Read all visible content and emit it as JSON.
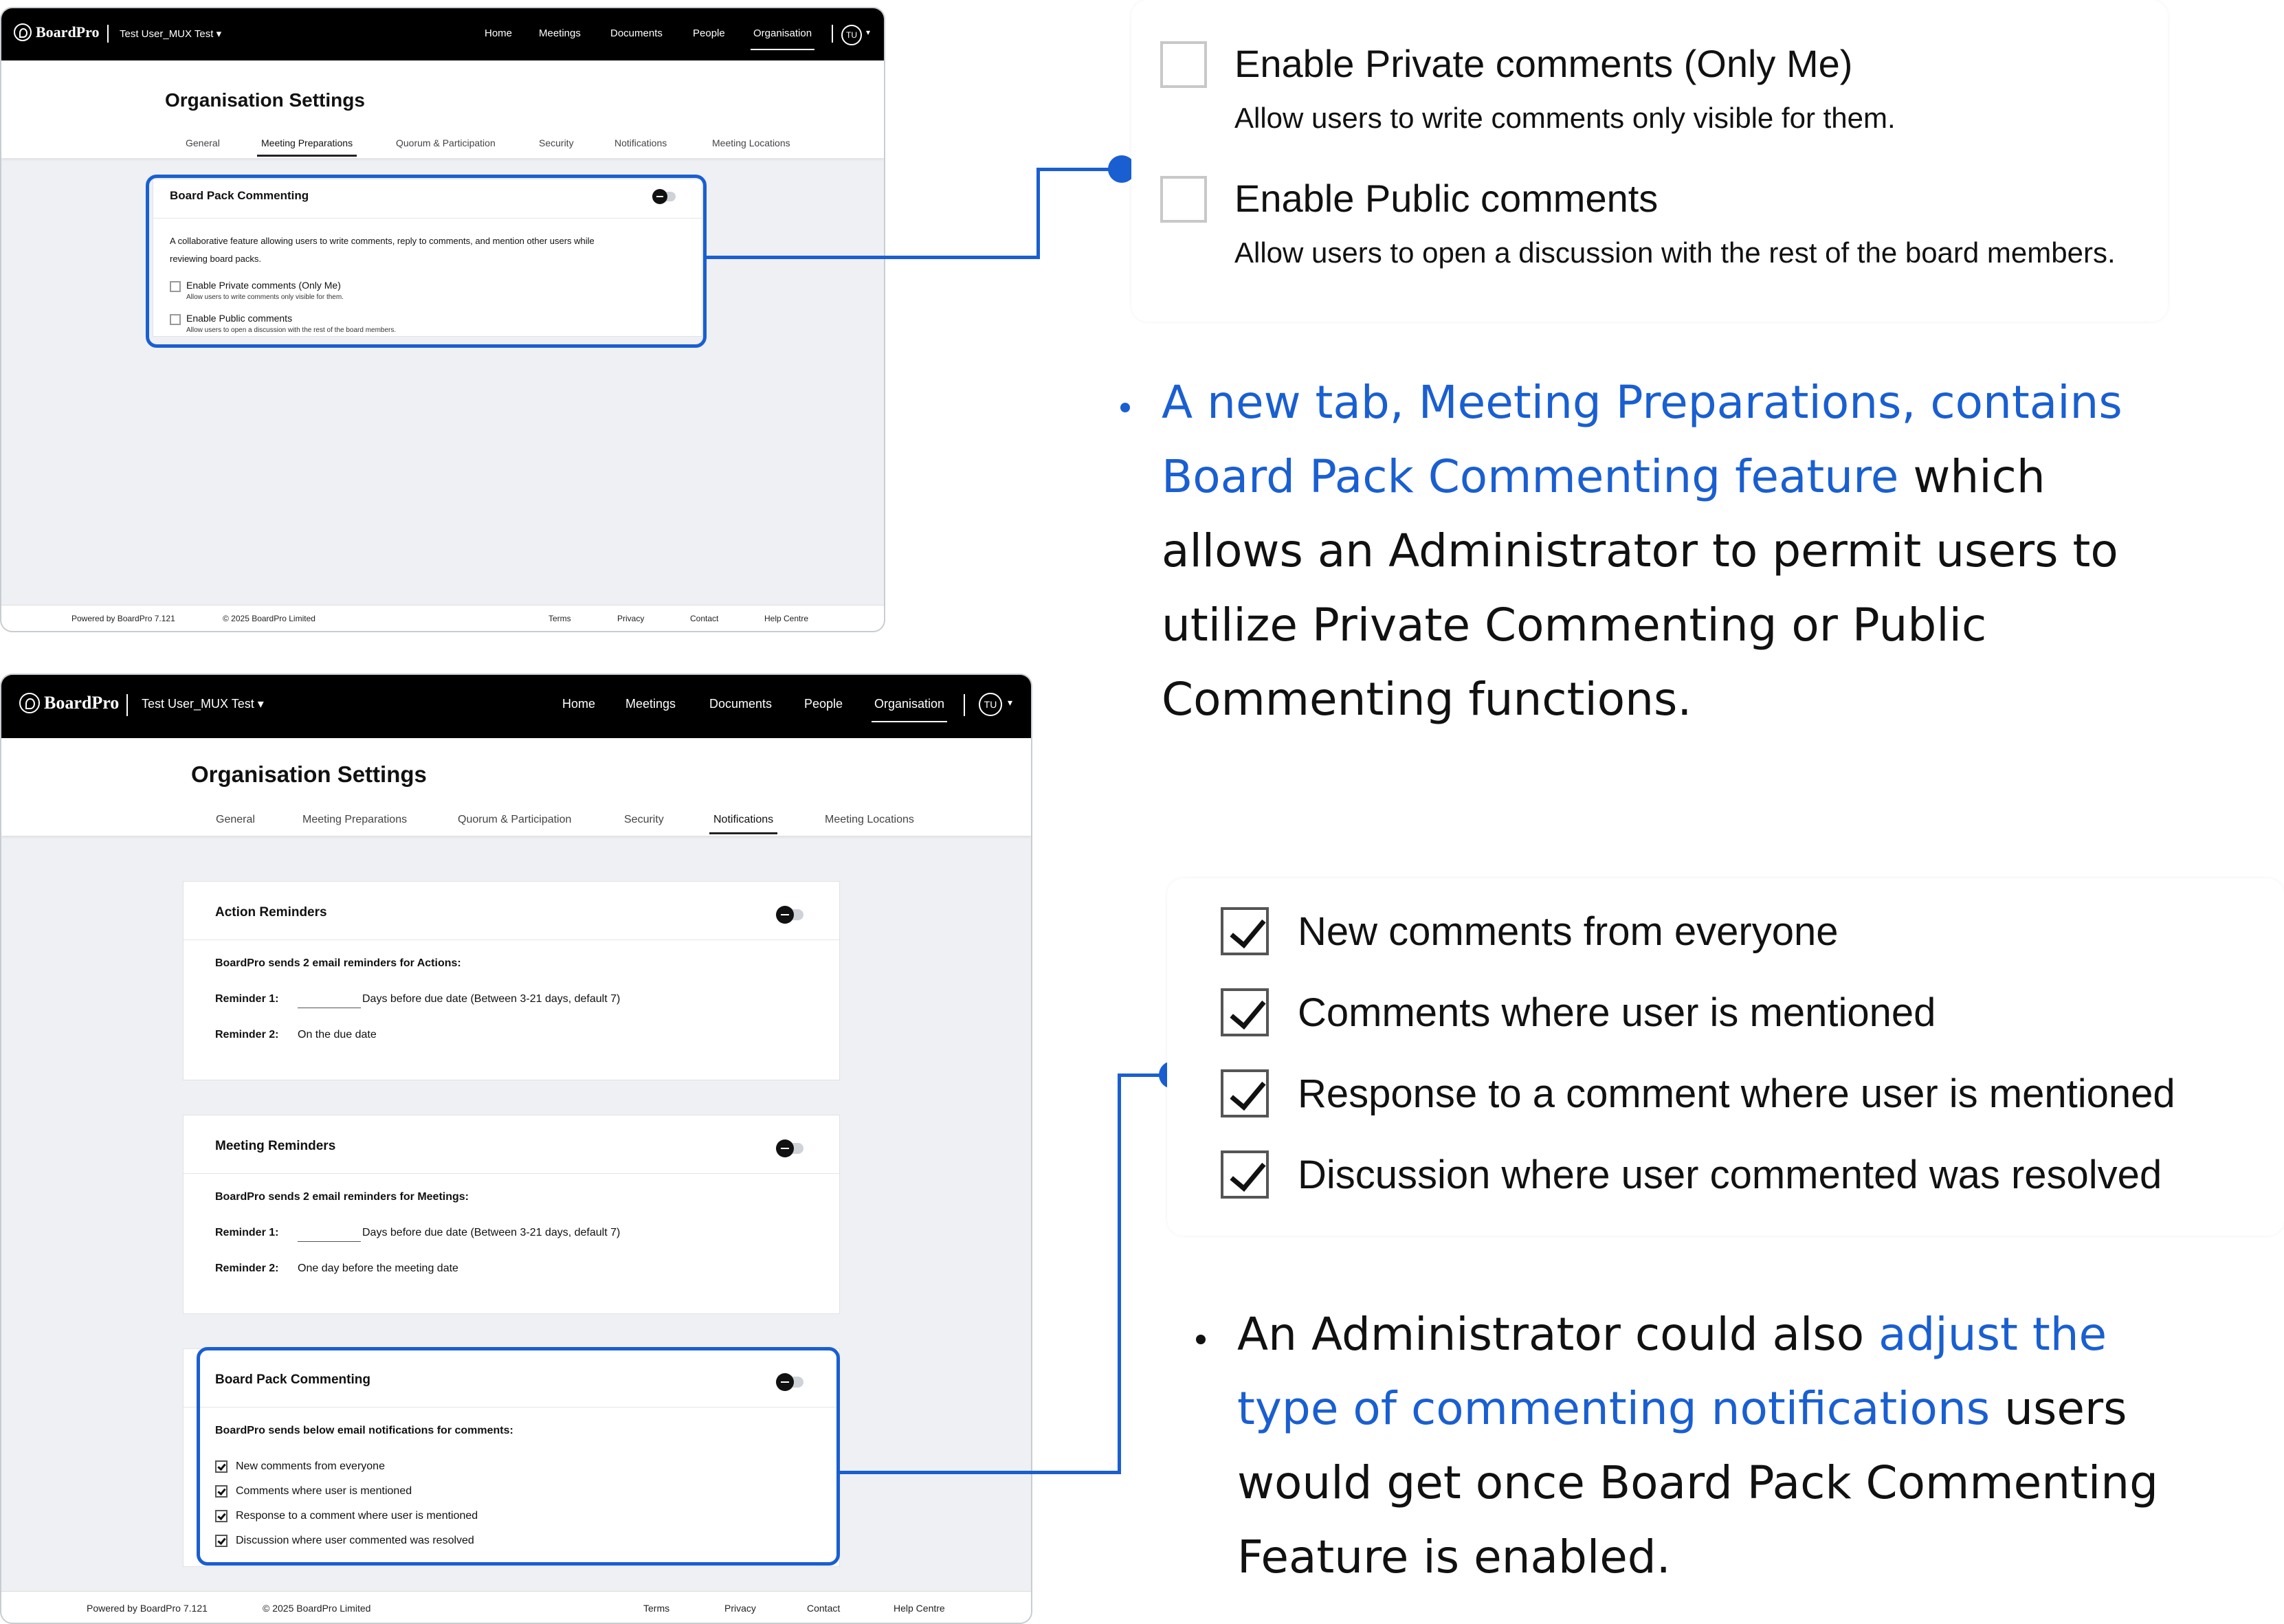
{
  "app": {
    "brand": "BoardPro",
    "user_menu": "Test User_MUX Test",
    "nav": [
      "Home",
      "Meetings",
      "Documents",
      "People",
      "Organisation"
    ],
    "avatar": "TU",
    "page_title": "Organisation Settings",
    "tabs": [
      "General",
      "Meeting Preparations",
      "Quorum & Participation",
      "Security",
      "Notifications",
      "Meeting Locations"
    ],
    "footer": {
      "powered": "Powered by BoardPro 7.121",
      "copyright": "© 2025 BoardPro Limited",
      "links": [
        "Terms",
        "Privacy",
        "Contact",
        "Help Centre"
      ]
    }
  },
  "screen1": {
    "active_tab": "Meeting Preparations",
    "card": {
      "title": "Board Pack Commenting",
      "desc_line1": "A collaborative feature allowing users to write comments, reply to comments, and mention other users while",
      "desc_line2": "reviewing board packs.",
      "options": [
        {
          "label": "Enable Private comments (Only Me)",
          "help": "Allow users to write comments only visible for them.",
          "checked": false
        },
        {
          "label": "Enable Public comments",
          "help": "Allow users to open a discussion with the rest of the board members.",
          "checked": false
        }
      ]
    }
  },
  "screen2": {
    "active_tab": "Notifications",
    "action_reminders": {
      "title": "Action Reminders",
      "intro": "BoardPro sends 2 email reminders for Actions:",
      "r1_label": "Reminder 1:",
      "r1_value": "Days before due date (Between 3-21 days, default 7)",
      "r2_label": "Reminder 2:",
      "r2_value": "On the due date"
    },
    "meeting_reminders": {
      "title": "Meeting Reminders",
      "intro": "BoardPro sends 2 email reminders for Meetings:",
      "r1_label": "Reminder 1:",
      "r1_value": "Days before due date (Between 3-21 days, default 7)",
      "r2_label": "Reminder 2:",
      "r2_value": "One day before the meeting date"
    },
    "board_pack": {
      "title": "Board Pack Commenting",
      "intro": "BoardPro sends below email notifications for comments:",
      "items": [
        "New comments from everyone",
        "Comments where user is mentioned",
        "Response to a comment where user is mentioned",
        "Discussion where user commented was resolved"
      ]
    }
  },
  "zoom1": {
    "options": [
      {
        "label": "Enable Private comments (Only Me)",
        "help": "Allow users to write comments only visible for them."
      },
      {
        "label": "Enable Public comments",
        "help": "Allow users to open a discussion with the rest of the board members."
      }
    ]
  },
  "zoom2": {
    "items": [
      "New comments from everyone",
      "Comments where user is mentioned",
      "Response to a comment where user is mentioned",
      "Discussion where user commented was resolved"
    ]
  },
  "caption1": {
    "blue_l1": "A new tab, Meeting Preparations, contains",
    "blue_l2": "Board Pack Commenting feature",
    "black_l2": " which",
    "l3": "allows an Administrator to permit users to",
    "l4": "utilize Private Commenting or Public",
    "l5": "Commenting functions."
  },
  "caption2": {
    "l1_black": "An Administrator could also ",
    "l1_blue": "adjust the",
    "l2_blue": "type of commenting notifications",
    "l2_black": " users",
    "l3": "would get once Board Pack Commenting",
    "l4": "Feature is enabled."
  },
  "colors": {
    "accent": "#1a5fd1",
    "topbar": "#000000"
  }
}
